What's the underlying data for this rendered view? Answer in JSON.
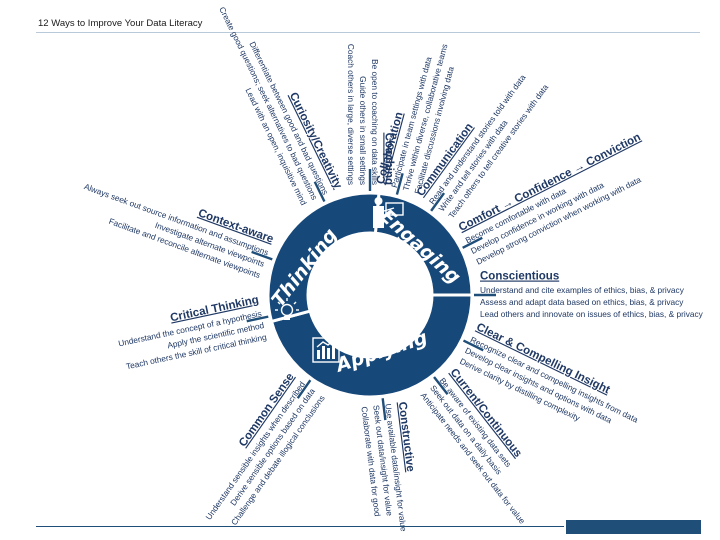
{
  "title": "12 Ways to Improve Your Data Literacy",
  "sectors": {
    "engaging": "Engaging",
    "thinking": "Thinking",
    "applying": "Applying"
  },
  "sector_icons": {
    "engaging": "presenter-icon",
    "thinking": "lightbulb-icon",
    "applying": "bar-chart-icon"
  },
  "branches": [
    {
      "heading": "Coaching",
      "items": [
        "Be open to coaching on data skills",
        "Guide others in small settings",
        "Coach others in large, diverse settings"
      ]
    },
    {
      "heading": "Collaboration",
      "items": [
        "Participate in team settings with data",
        "Thrive within diverse, collaborative teams",
        "Facilitate discussions involving data"
      ]
    },
    {
      "heading": "Communication",
      "items": [
        "Read and understand stories told with data",
        "Write and tell stories with data",
        "Teach others to tell creative stories with data"
      ]
    },
    {
      "heading": "Comfort → Confidence → Conviction",
      "items": [
        "Become comfortable with data",
        "Develop confidence in working with data",
        "Develop strong conviction when working with data"
      ]
    },
    {
      "heading": "Conscientious",
      "items": [
        "Understand and cite examples of ethics, bias, & privacy",
        "Assess and adapt data based on ethics, bias, & privacy",
        "Lead others and innovate on issues of ethics, bias, & privacy"
      ]
    },
    {
      "heading": "Clear & Compelling Insight",
      "items": [
        "Recognize clear and compelling insights from data",
        "Develop clear insights and options with data",
        "Derive clarity by distilling complexity"
      ]
    },
    {
      "heading": "Current/Continuous",
      "items": [
        "Be aware of existing data sets",
        "Seek out data on a daily basis",
        "Anticipate needs and seek out data for value"
      ]
    },
    {
      "heading": "Constructive",
      "items": [
        "Use available data/insight for value",
        "Seek out data/insight for value",
        "Collaborate with data for good"
      ]
    },
    {
      "heading": "Common Sense",
      "items": [
        "Understand sensible insights when described",
        "Derive sensible options based on data",
        "Challenge and debate illogical conclusions"
      ]
    },
    {
      "heading": "Critical Thinking",
      "items": [
        "Understand the concept of a hypothesis",
        "Apply the scientific method",
        "Teach others the skill of critical thinking"
      ]
    },
    {
      "heading": "Context-aware",
      "items": [
        "Always seek out source information and assumptions",
        "Investigate alternate viewpoints",
        "Facilitate and reconcile alternate viewpoints"
      ]
    },
    {
      "heading": "Curiosity/Creativity",
      "items": [
        "Differentiate between good and bad questions",
        "Create good questions; seek alternatives to bad questions",
        "Lead with an open, inquisitive mind"
      ]
    }
  ]
}
